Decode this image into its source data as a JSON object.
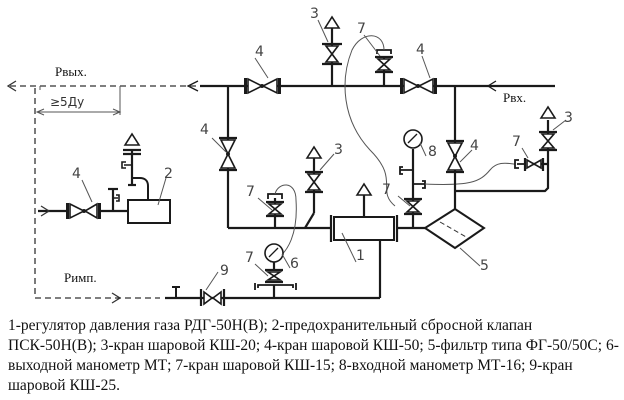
{
  "diagram": {
    "labels": {
      "p_out": "Рвых.",
      "p_in": "Рвх.",
      "p_imp": "Римп.",
      "dimension": "≥5Ду"
    },
    "callouts": {
      "regulator": "1",
      "relief_valve": "2",
      "ball_valve_20": "3",
      "ball_valve_50": "4",
      "filter": "5",
      "outlet_gauge": "6",
      "ball_valve_15": "7",
      "inlet_gauge": "8",
      "ball_valve_25": "9"
    }
  },
  "legend": {
    "text": "1-регулятор давления газа РДГ-50Н(В); 2-предохранительный сбросной клапан ПСК-50Н(В); 3-кран шаровой КШ-20; 4-кран шаровой КШ-50; 5-фильтр типа ФГ-50/50С; 6-выходной манометр МТ; 7-кран шаровой КШ-15; 8-входной манометр МТ-16; 9-кран шаровой КШ-25."
  }
}
